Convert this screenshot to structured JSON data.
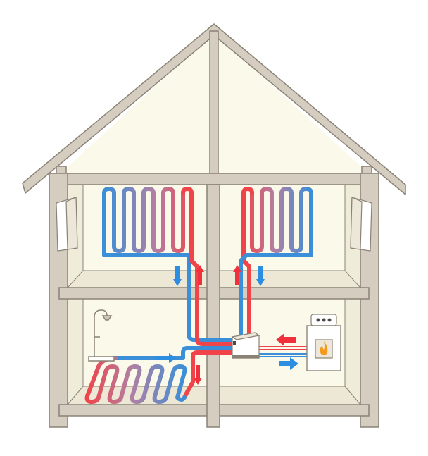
{
  "diagram": {
    "subject": "house-underfloor-heating-system",
    "colors": {
      "background": "#ffffff",
      "interior": "#fbf9ea",
      "wall": "#d5cdbf",
      "wall_stroke": "#8a8276",
      "hot_pipe": "#f0444a",
      "cold_pipe": "#3a8fd8",
      "hot_arrow": "#f0303a",
      "cold_arrow": "#2b8ee0",
      "flame": "#f39a1e"
    },
    "icons": [
      "roof",
      "wall-radiator-left",
      "wall-radiator-right",
      "shower",
      "manifold-unit",
      "boiler",
      "flame-icon",
      "supply-arrow",
      "return-arrow"
    ]
  }
}
